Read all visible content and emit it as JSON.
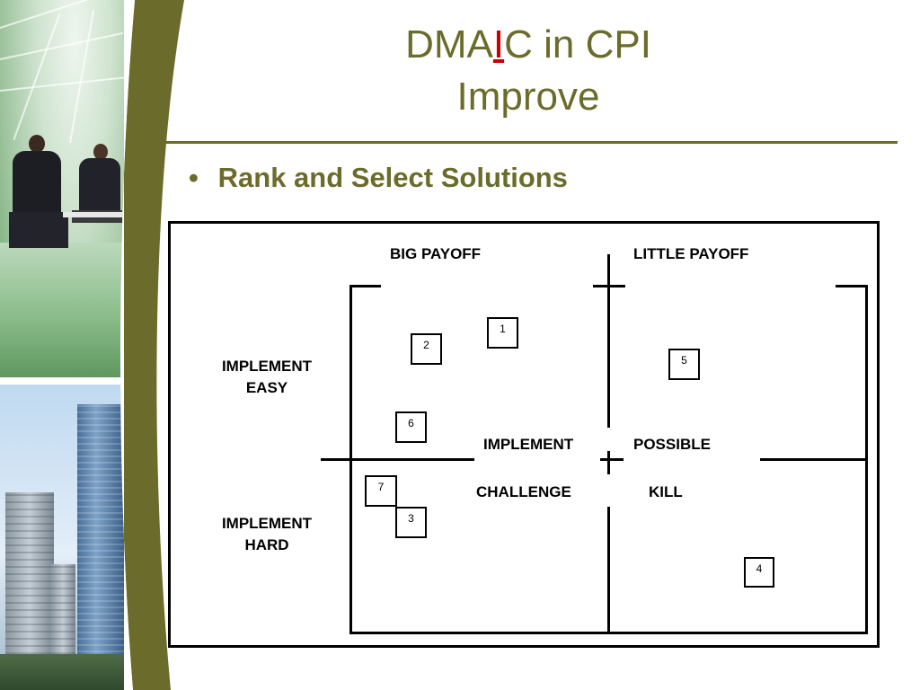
{
  "title": {
    "line1_prefix": "DMA",
    "line1_highlight": "I",
    "line1_suffix": "C in CPI",
    "line2": "Improve"
  },
  "bullet": {
    "symbol": "•",
    "text": "Rank and Select Solutions"
  },
  "matrix": {
    "col_headers": [
      "BIG PAYOFF",
      "LITTLE PAYOFF"
    ],
    "row_headers": [
      {
        "line1": "IMPLEMENT",
        "line2": "EASY"
      },
      {
        "line1": "IMPLEMENT",
        "line2": "HARD"
      }
    ],
    "quadrant_labels": {
      "easy_big": "IMPLEMENT",
      "easy_little": "POSSIBLE",
      "hard_big": "CHALLENGE",
      "hard_little": "KILL"
    },
    "items": [
      "1",
      "2",
      "3",
      "4",
      "5",
      "6",
      "7"
    ]
  },
  "colors": {
    "accent_olive": "#6b6b2b",
    "highlight_red": "#cc0000"
  }
}
